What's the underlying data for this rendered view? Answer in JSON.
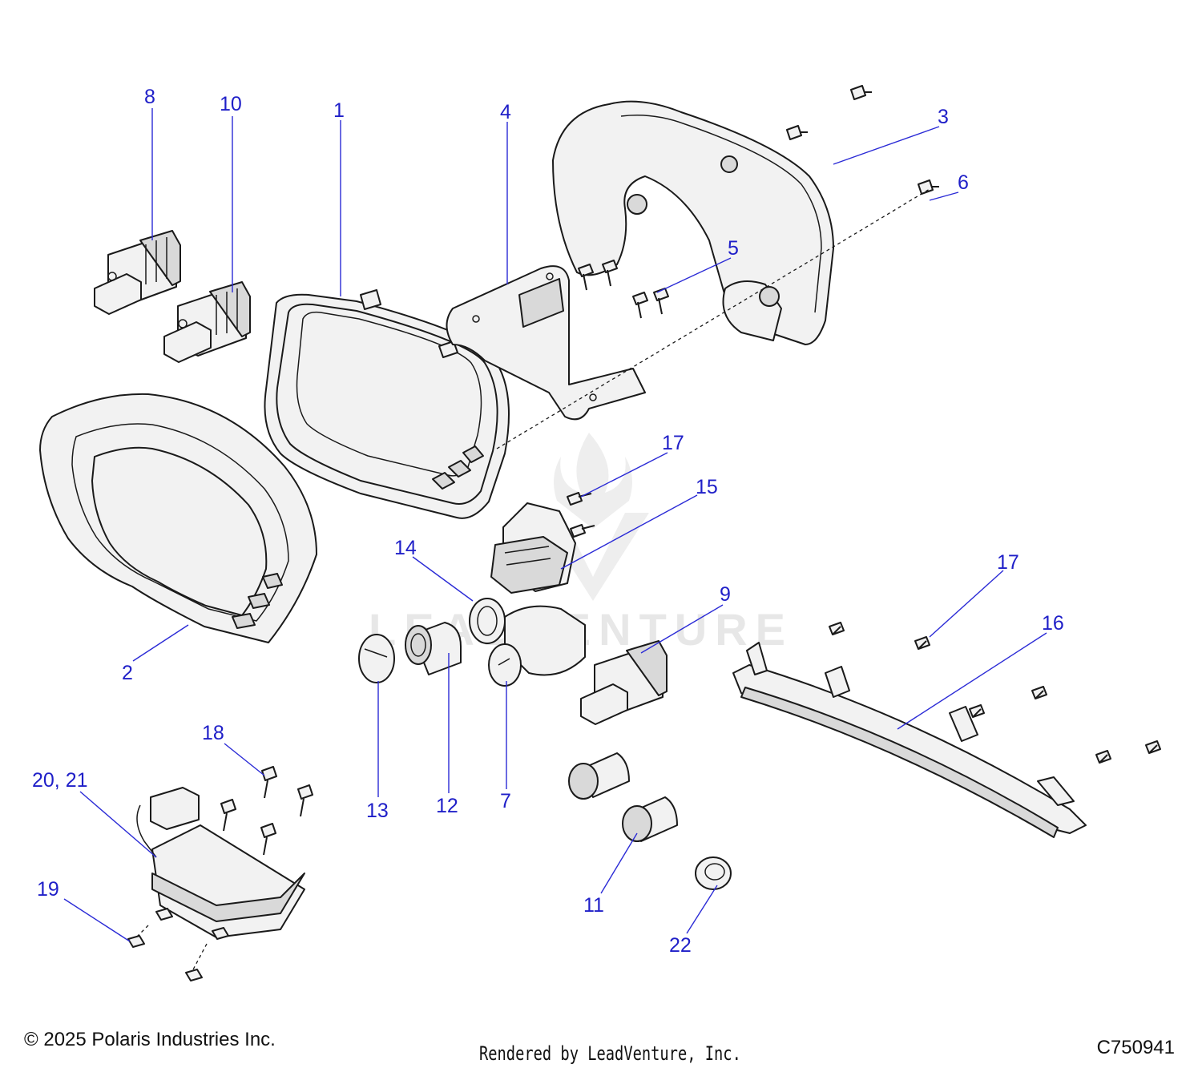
{
  "callouts": {
    "c1": "1",
    "c2": "2",
    "c3": "3",
    "c4": "4",
    "c5": "5",
    "c6": "6",
    "c7": "7",
    "c8": "8",
    "c9": "9",
    "c10": "10",
    "c11": "11",
    "c12": "12",
    "c13": "13",
    "c14": "14",
    "c15": "15",
    "c16": "16",
    "c17a": "17",
    "c17b": "17",
    "c18": "18",
    "c19": "19",
    "c2021": "20, 21",
    "c22": "22"
  },
  "watermark": "LEADVENTURE",
  "footer": {
    "copyright": "© 2025 Polaris Industries Inc.",
    "rendered_by": "Rendered by LeadVenture, Inc.",
    "diagram_code": "C750941"
  },
  "colors": {
    "callout": "#1f1fc8",
    "leader": "#2b2bd6",
    "line": "#1a1a1a"
  }
}
